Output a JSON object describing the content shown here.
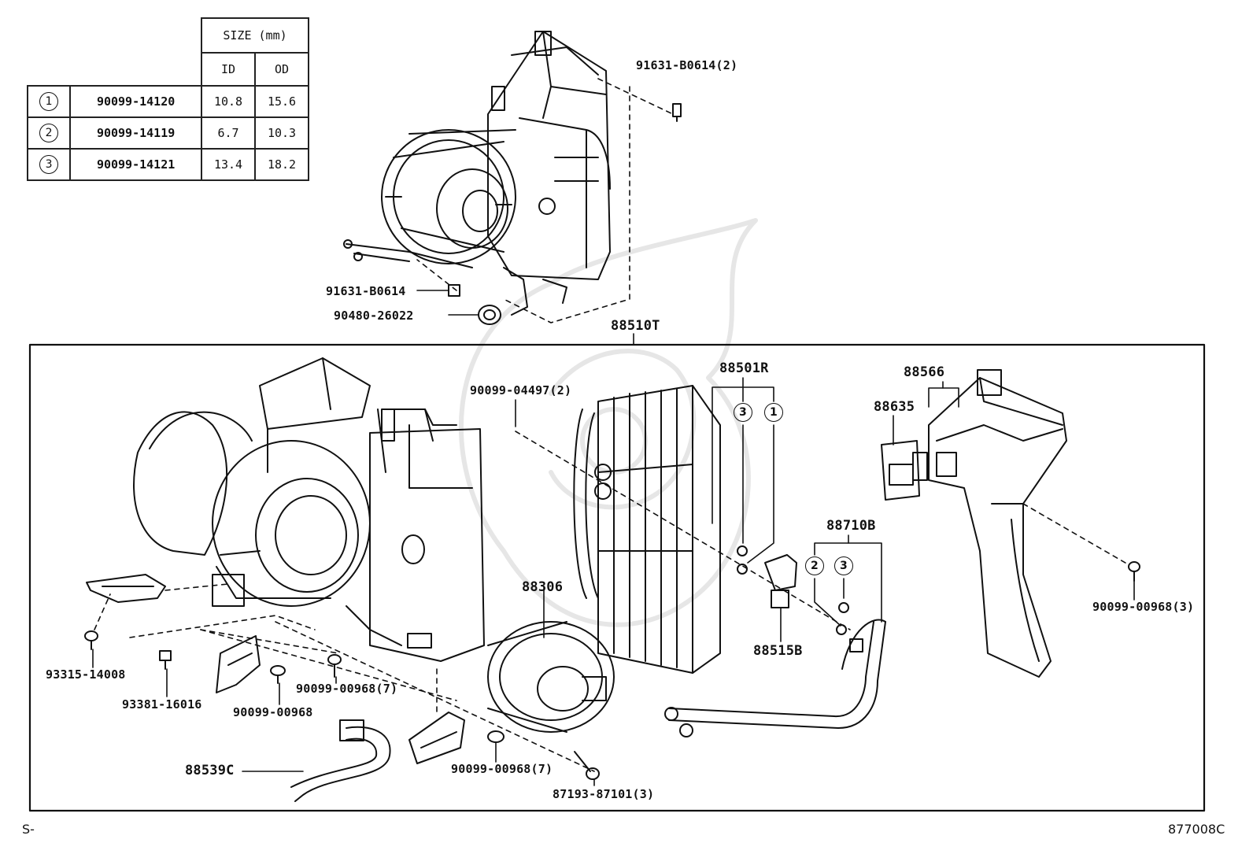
{
  "size_table": {
    "header_size": "SIZE (mm)",
    "header_id": "ID",
    "header_od": "OD",
    "rows": [
      {
        "ref": "1",
        "part": "90099-14120",
        "id": "10.8",
        "od": "15.6"
      },
      {
        "ref": "2",
        "part": "90099-14119",
        "id": "6.7",
        "od": "10.3"
      },
      {
        "ref": "3",
        "part": "90099-14121",
        "id": "13.4",
        "od": "18.2"
      }
    ]
  },
  "labels": {
    "top_bolt_91631_qty": "91631-B0614(2)",
    "bolt_91631": "91631-B0614",
    "grommet_90480": "90480-26022",
    "assembly_88510T": "88510T",
    "evaporator_88501R": "88501R",
    "bolt_90099_04497": "90099-04497(2)",
    "duct_88566": "88566",
    "amplifier_88635": "88635",
    "tube_88710B": "88710B",
    "screw_right_90099_00968_3": "90099-00968(3)",
    "valve_88515B": "88515B",
    "blower_88306": "88306",
    "screw_93315": "93315-14008",
    "screw_93381": "93381-16016",
    "screw_90099_00968": "90099-00968",
    "screw_90099_00968_7a": "90099-00968(7)",
    "screw_90099_00968_7b": "90099-00968(7)",
    "hose_88539C": "88539C",
    "screw_87193": "87193-87101(3)",
    "callout_3_evap": "3",
    "callout_1_evap": "1",
    "callout_2_tube": "2",
    "callout_3_tube": "3"
  },
  "footer": {
    "left_code": "S-",
    "diagram_code": "877008C"
  }
}
